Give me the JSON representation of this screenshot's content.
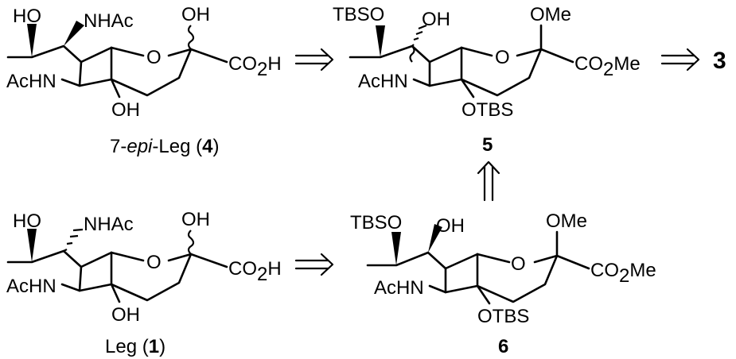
{
  "molecules": {
    "epi_leg": {
      "ho_top": "HO",
      "nhac": "NHAc",
      "oh_anomeric": "OH",
      "ring_o": "O",
      "co2h_main": "CO",
      "co2h_sub": "2",
      "co2h_end": "H",
      "achn": "AcHN",
      "oh_bottom": "OH",
      "caption_prefix": "7-",
      "caption_italic": "epi",
      "caption_mid": "-Leg (",
      "caption_num": "4",
      "caption_end": ")"
    },
    "leg": {
      "ho_top": "HO",
      "nhac": "NHAc",
      "oh_anomeric": "OH",
      "ring_o": "O",
      "co2h_main": "CO",
      "co2h_sub": "2",
      "co2h_end": "H",
      "achn": "AcHN",
      "oh_bottom": "OH",
      "caption_prefix": "Leg (",
      "caption_num": "1",
      "caption_end": ")"
    },
    "cmpd5": {
      "tbso": "TBSO",
      "oh": "OH",
      "ome": "OMe",
      "ring_o": "O",
      "ester_main": "CO",
      "ester_sub": "2",
      "ester_end": "Me",
      "achn": "AcHN",
      "otbs": "OTBS",
      "label": "5"
    },
    "cmpd6": {
      "tbso": "TBSO",
      "oh": "OH",
      "ome": "OMe",
      "ring_o": "O",
      "ester_main": "CO",
      "ester_sub": "2",
      "ester_end": "Me",
      "achn": "AcHN",
      "otbs": "OTBS",
      "label": "6"
    }
  },
  "target": {
    "label": "3"
  }
}
